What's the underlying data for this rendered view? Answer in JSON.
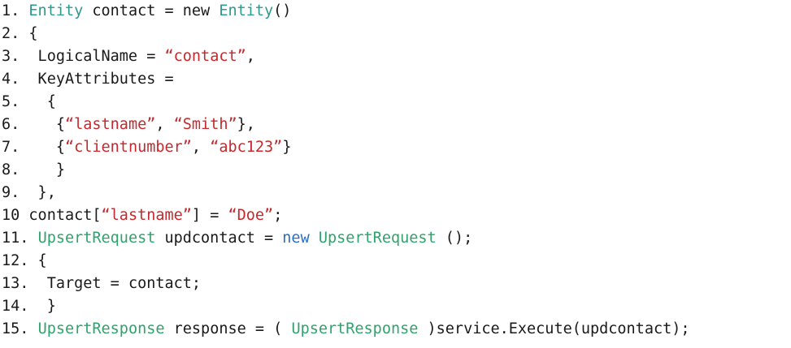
{
  "colors": {
    "text": "#1a1a1a",
    "type": "#2e9a8c",
    "class": "#2fa36b",
    "keyword": "#2b6fc4",
    "string": "#c8282d",
    "background": "#ffffff"
  },
  "lines": [
    {
      "num": "1.",
      "tokens": [
        {
          "t": " "
        },
        {
          "t": "Entity",
          "c": "tok-type"
        },
        {
          "t": " contact = new "
        },
        {
          "t": "Entity",
          "c": "tok-type"
        },
        {
          "t": "()"
        }
      ]
    },
    {
      "num": "2.",
      "tokens": [
        {
          "t": " {"
        }
      ]
    },
    {
      "num": "3.",
      "tokens": [
        {
          "t": "  LogicalName = "
        },
        {
          "t": "“contact”",
          "c": "tok-str"
        },
        {
          "t": ","
        }
      ]
    },
    {
      "num": "4.",
      "tokens": [
        {
          "t": "  KeyAttributes ="
        }
      ]
    },
    {
      "num": "5.",
      "tokens": [
        {
          "t": "   {"
        }
      ]
    },
    {
      "num": "6.",
      "tokens": [
        {
          "t": "    {"
        },
        {
          "t": "“lastname”",
          "c": "tok-str"
        },
        {
          "t": ", "
        },
        {
          "t": "“Smith”",
          "c": "tok-str"
        },
        {
          "t": "},"
        }
      ]
    },
    {
      "num": "7.",
      "tokens": [
        {
          "t": "    {"
        },
        {
          "t": "“clientnumber”",
          "c": "tok-str"
        },
        {
          "t": ", "
        },
        {
          "t": "“abc123”",
          "c": "tok-str"
        },
        {
          "t": "}"
        }
      ]
    },
    {
      "num": "8.",
      "tokens": [
        {
          "t": "    }"
        }
      ]
    },
    {
      "num": "9.",
      "tokens": [
        {
          "t": "  },"
        }
      ]
    },
    {
      "num": "10",
      "tokens": [
        {
          "t": " contact["
        },
        {
          "t": "“lastname”",
          "c": "tok-str"
        },
        {
          "t": "] = "
        },
        {
          "t": "“Doe”",
          "c": "tok-str"
        },
        {
          "t": ";"
        }
      ]
    },
    {
      "num": "11.",
      "tokens": [
        {
          "t": " "
        },
        {
          "t": "UpsertRequest",
          "c": "tok-type2"
        },
        {
          "t": " updcontact = "
        },
        {
          "t": "new",
          "c": "tok-kw"
        },
        {
          "t": " "
        },
        {
          "t": "UpsertRequest",
          "c": "tok-type2"
        },
        {
          "t": " ();"
        }
      ]
    },
    {
      "num": "12.",
      "tokens": [
        {
          "t": " {"
        }
      ]
    },
    {
      "num": "13.",
      "tokens": [
        {
          "t": "  Target = contact;"
        }
      ]
    },
    {
      "num": "14.",
      "tokens": [
        {
          "t": "  }"
        }
      ]
    },
    {
      "num": "15.",
      "tokens": [
        {
          "t": " "
        },
        {
          "t": "UpsertResponse",
          "c": "tok-type2"
        },
        {
          "t": " response = ( "
        },
        {
          "t": "UpsertResponse",
          "c": "tok-type2"
        },
        {
          "t": " )service.Execute(updcontact);"
        }
      ]
    }
  ]
}
